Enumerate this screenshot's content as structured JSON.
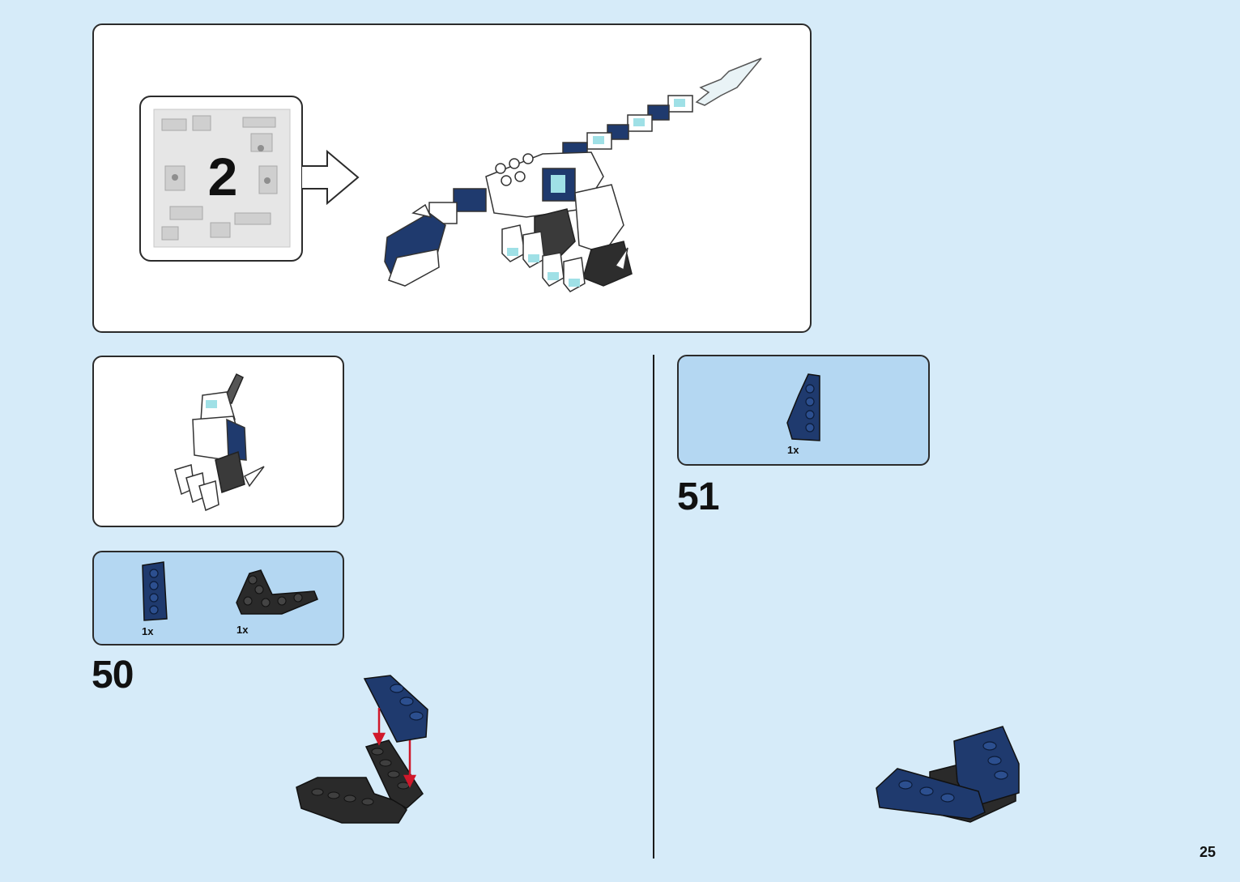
{
  "bag": {
    "number": "2"
  },
  "steps": [
    {
      "number": "50",
      "parts": [
        {
          "qty": "1x"
        },
        {
          "qty": "1x"
        }
      ]
    },
    {
      "number": "51",
      "parts": [
        {
          "qty": "1x"
        }
      ]
    }
  ],
  "page": {
    "number": "25"
  },
  "colors": {
    "background": "#d6ebf9",
    "parts_panel": "#b4d7f2",
    "dark_blue_brick": "#1f3a6e",
    "black_brick": "#2a2a2a",
    "arrow_red": "#d0182b"
  }
}
